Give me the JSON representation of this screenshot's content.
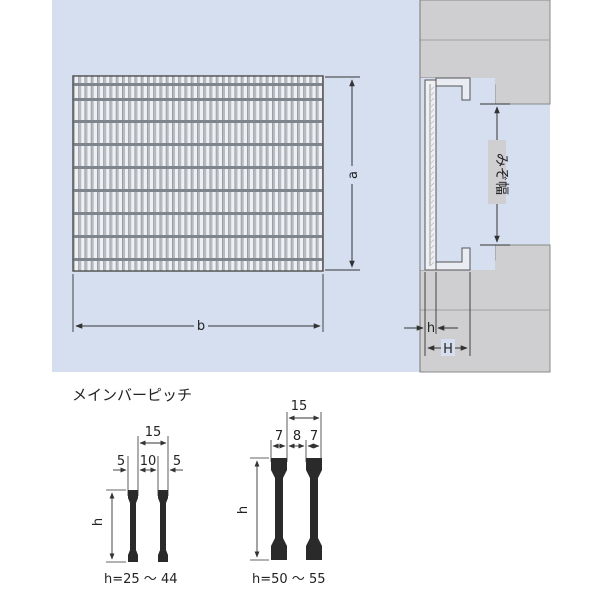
{
  "plan_view": {
    "dim_a": "a",
    "dim_b": "b"
  },
  "section_view": {
    "groove_width_label": "みぞ幅",
    "dim_h": "h",
    "dim_H": "H"
  },
  "main_bar_pitch": {
    "title": "メインバーピッチ",
    "small": {
      "pitch": "15",
      "gap_left": "5",
      "gap_center": "10",
      "gap_right": "5",
      "height_label": "h",
      "range": "h=25 ～ 44"
    },
    "large": {
      "pitch": "15",
      "gap_left": "7",
      "gap_center": "8",
      "gap_right": "7",
      "height_label": "h",
      "range": "h=50 ～ 55"
    }
  },
  "colors": {
    "panel_bg": "#d5dff0",
    "concrete": "#cfcfd2",
    "grating_metal": "#a9adb3",
    "bar_dark": "#2a2a2a",
    "line": "#333333"
  }
}
